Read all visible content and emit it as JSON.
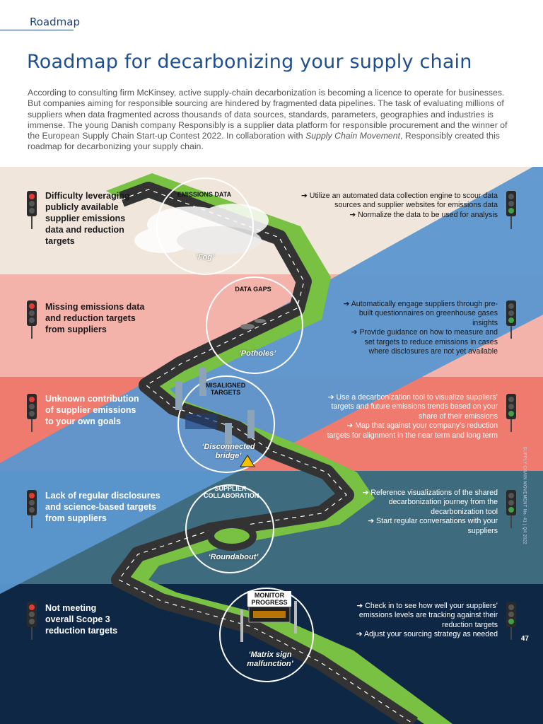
{
  "header": {
    "section": "Roadmap",
    "title": "Roadmap for decarbonizing your supply chain"
  },
  "intro": {
    "part1": "According to consulting firm McKinsey, active supply-chain decarbonization is becoming a licence to operate for businesses. But companies aiming for responsible sourcing are hindered by fragmented data pipelines. The task of evaluating millions of suppliers when data fragmented across thousands of data sources, standards, parameters, geographies and industries is immense. The young Danish company Responsibly is a supplier data platform for responsible procurement and the winner of the European Supply Chain Start-up Contest 2022. In collaboration with ",
    "emphasis": "Supply Chain Movement",
    "part2": ", Responsibly created this roadmap for decarbonizing your supply chain."
  },
  "stages": [
    {
      "problem": "Difficulty leveraging publicly available supplier emissions data and reduction targets",
      "stage_label": "EMISSIONS DATA",
      "caption": "‘Fog’",
      "actions": [
        "➔ Utilize an automated data collection engine to scour data sources and supplier websites for emissions data",
        "➔ Normalize the data to be used for analysis"
      ]
    },
    {
      "problem": "Missing emissions data and reduction targets from suppliers",
      "stage_label": "DATA GAPS",
      "caption": "‘Potholes’",
      "actions": [
        "➔ Automatically engage suppliers through pre-built questionnaires on greenhouse gases insights",
        "➔ Provide guidance on how to measure and set targets to reduce emissions in cases where disclosures are not yet available"
      ]
    },
    {
      "problem": "Unknown contribution of supplier emissions to your own goals",
      "stage_label": "MISALIGNED TARGETS",
      "caption": "‘Disconnected bridge’",
      "actions": [
        "➔ Use a decarbonization tool to visualize suppliers’ targets and future emissions trends based on your share of their emissions",
        "➔ Map that against your company’s reduction targets for alignment in the near term and long term"
      ]
    },
    {
      "problem": "Lack of regular disclosures and science-based targets from suppliers",
      "stage_label": "SUPPLIER COLLABORATION",
      "caption": "‘Roundabout’",
      "actions": [
        "➔ Reference visualizations of the shared decarbonization journey from the decarbonization tool",
        "➔ Start regular conversations with your suppliers"
      ]
    },
    {
      "problem": "Not meeting overall Scope 3 reduction targets",
      "stage_label": "MONITOR PROGRESS",
      "caption": "‘Matrix sign malfunction’",
      "actions": [
        "➔ Check in to see how well your suppliers’ emissions levels are tracking against their reduction targets",
        "➔ Adjust your sourcing strategy as needed"
      ]
    }
  ],
  "footer": {
    "side_text": "SUPPLY CHAIN MOVEMENT No. 41 | Q4 2022",
    "page_number": "47"
  },
  "colors": {
    "band1": "#f1e6db",
    "band2": "#f3b3aa",
    "band3": "#ef7a6e",
    "band4": "#3f6b7f",
    "band5": "#0d2744",
    "diagonal": "#5b97d0",
    "grass": "#79c142",
    "road": "#333333",
    "title": "#1d4f91"
  }
}
